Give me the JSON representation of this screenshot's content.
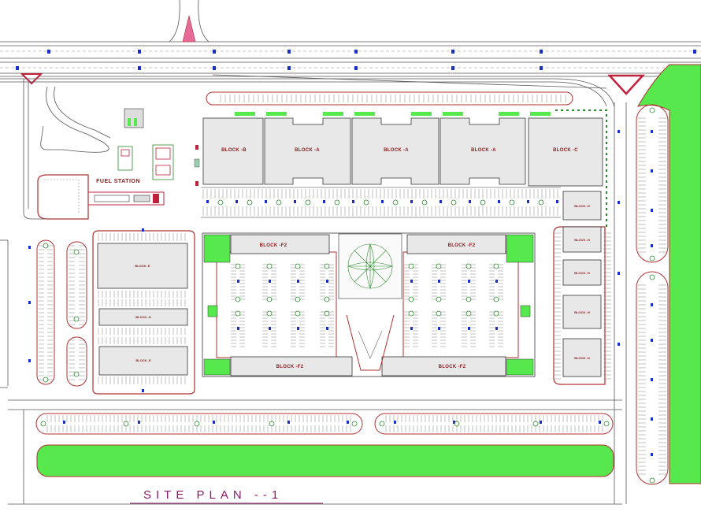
{
  "title": "SITE PLAN --1",
  "fuel_station_label": "FUEL STATION",
  "blocks_top": [
    "BLOCK -B",
    "BLOCK -A",
    "BLOCK -A",
    "BLOCK -A",
    "BLOCK -C"
  ],
  "blocks_f2": [
    "BLOCK -F2",
    "BLOCK -F2",
    "BLOCK -F2",
    "BLOCK -F2"
  ],
  "blocks_left": [
    "BLOCK -E",
    "BLOCK -D",
    "BLOCK -E"
  ],
  "blocks_right": [
    "BLOCK -H",
    "BLOCK -H",
    "BLOCK -H",
    "BLOCK -H",
    "BLOCK -H"
  ],
  "colors": {
    "grass": "#56e84c",
    "kerb": "#b03030",
    "building": "#e8e8e8",
    "yield_sign": "#c0203a",
    "light_post": "#1a2ecc",
    "island": "#e86a9a"
  }
}
